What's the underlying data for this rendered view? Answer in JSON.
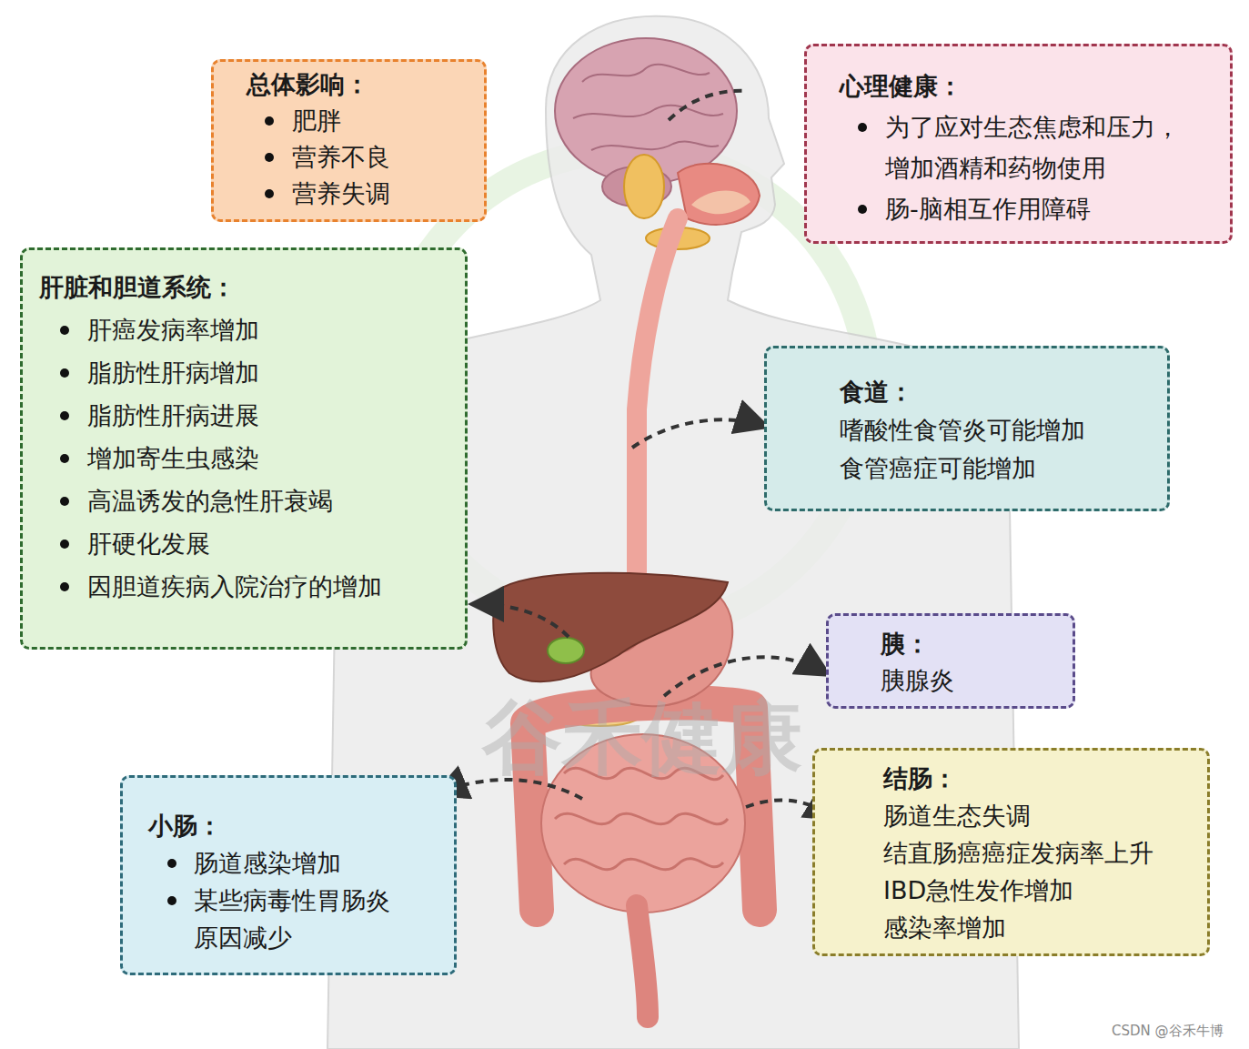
{
  "diagram": {
    "nodes": [
      {
        "text": [
          "总体影响：",
          "肥胖",
          "营养不良",
          "营养失调"
        ]
      },
      {
        "text": [
          "心理健康：",
          "为了应对生态焦虑和压力， 增加酒精和药物使用",
          "肠-脑相互作用障碍"
        ]
      },
      {
        "text": [
          "肝脏和胆道系统：",
          "肝癌发病率增加",
          "脂肪性肝病增加",
          "脂肪性肝病进展",
          "增加寄生虫感染",
          "高温诱发的急性肝衰竭",
          "肝硬化发展",
          "因胆道疾病入院治疗的增加"
        ]
      },
      {
        "text": [
          "食道：",
          "嗜酸性食管炎可能增加",
          "食管癌症可能增加"
        ]
      },
      {
        "text": [
          "胰：",
          "胰腺炎"
        ]
      },
      {
        "text": [
          "结肠：",
          "肠道生态失调",
          "结直肠癌癌症发病率上升",
          "IBD急性发作增加",
          "感染率增加"
        ]
      },
      {
        "text": [
          "小肠：",
          "肠道感染增加",
          "某些病毒性胃肠炎 原因减少"
        ]
      }
    ],
    "labels": [
      "谷禾健康",
      "CSDN @谷禾牛博"
    ]
  }
}
